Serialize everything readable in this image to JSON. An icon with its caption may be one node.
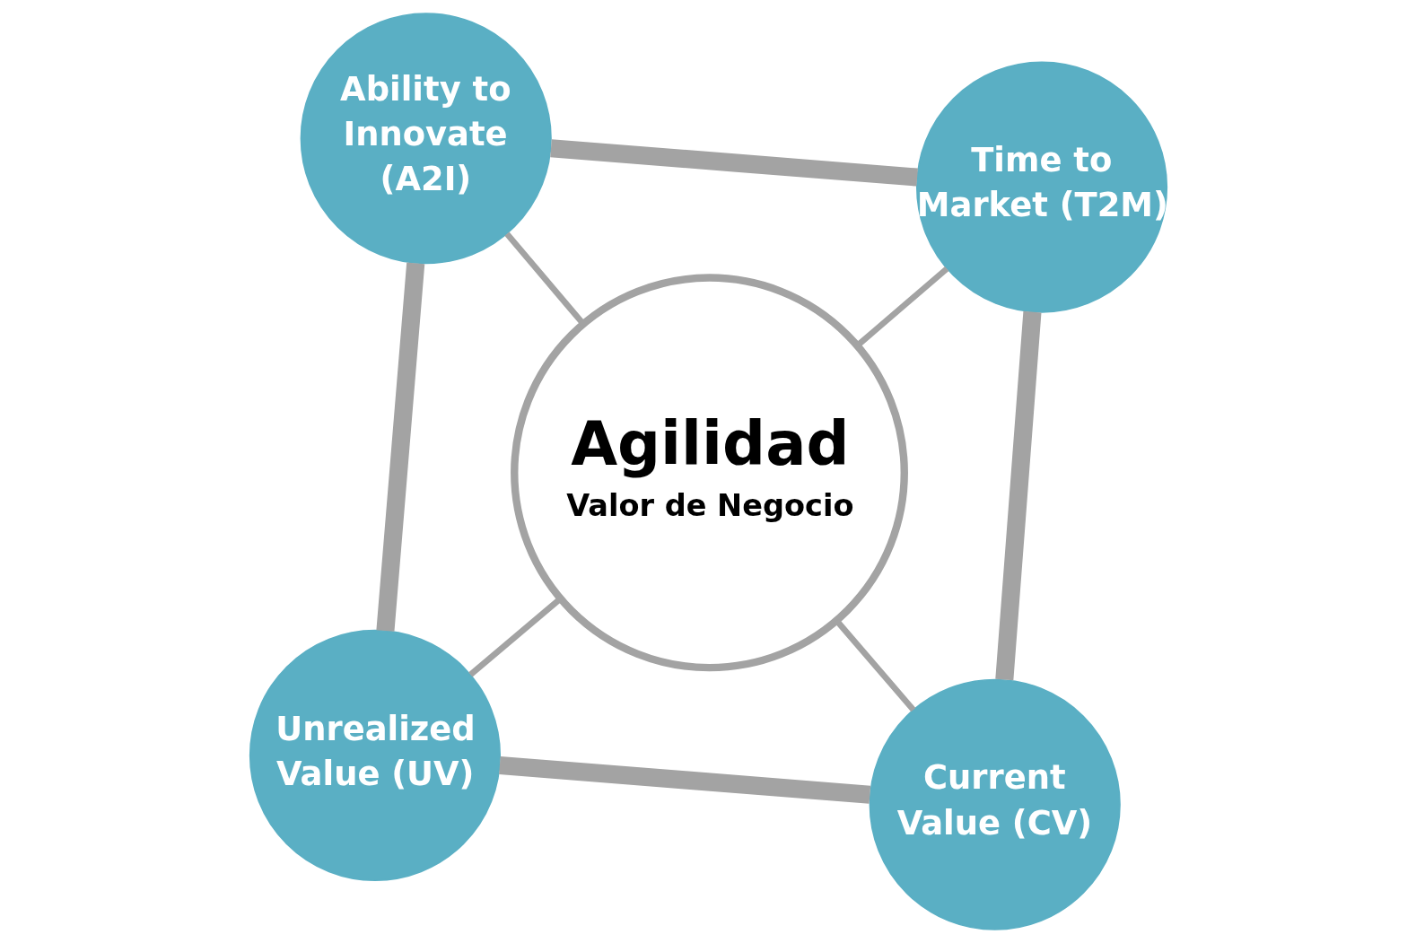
{
  "diagram": {
    "nodes": [
      {
        "text": [
          "Unrealized Value (UV)"
        ]
      },
      {
        "text": [
          "Current Value (CV)"
        ]
      },
      {
        "text": [
          "Agilidad",
          "Valor de Negocio"
        ]
      },
      {
        "text": [
          "Ability to Innovate (A2I)"
        ]
      },
      {
        "text": [
          "Time to Market (T2M)"
        ]
      }
    ],
    "edges": [
      {
        "from": 2,
        "to": 0,
        "arrow": "none"
      },
      {
        "from": 2,
        "to": 1,
        "arrow": "none"
      },
      {
        "from": 2,
        "to": 3,
        "arrow": "none"
      },
      {
        "from": 2,
        "to": 4,
        "arrow": "none"
      },
      {
        "from": 0,
        "to": 1,
        "arrow": "none",
        "style": "thick"
      },
      {
        "from": 1,
        "to": 4,
        "arrow": "none",
        "style": "thick"
      },
      {
        "from": 4,
        "to": 3,
        "arrow": "none",
        "style": "thick"
      },
      {
        "from": 3,
        "to": 0,
        "arrow": "none",
        "style": "thick"
      }
    ]
  }
}
